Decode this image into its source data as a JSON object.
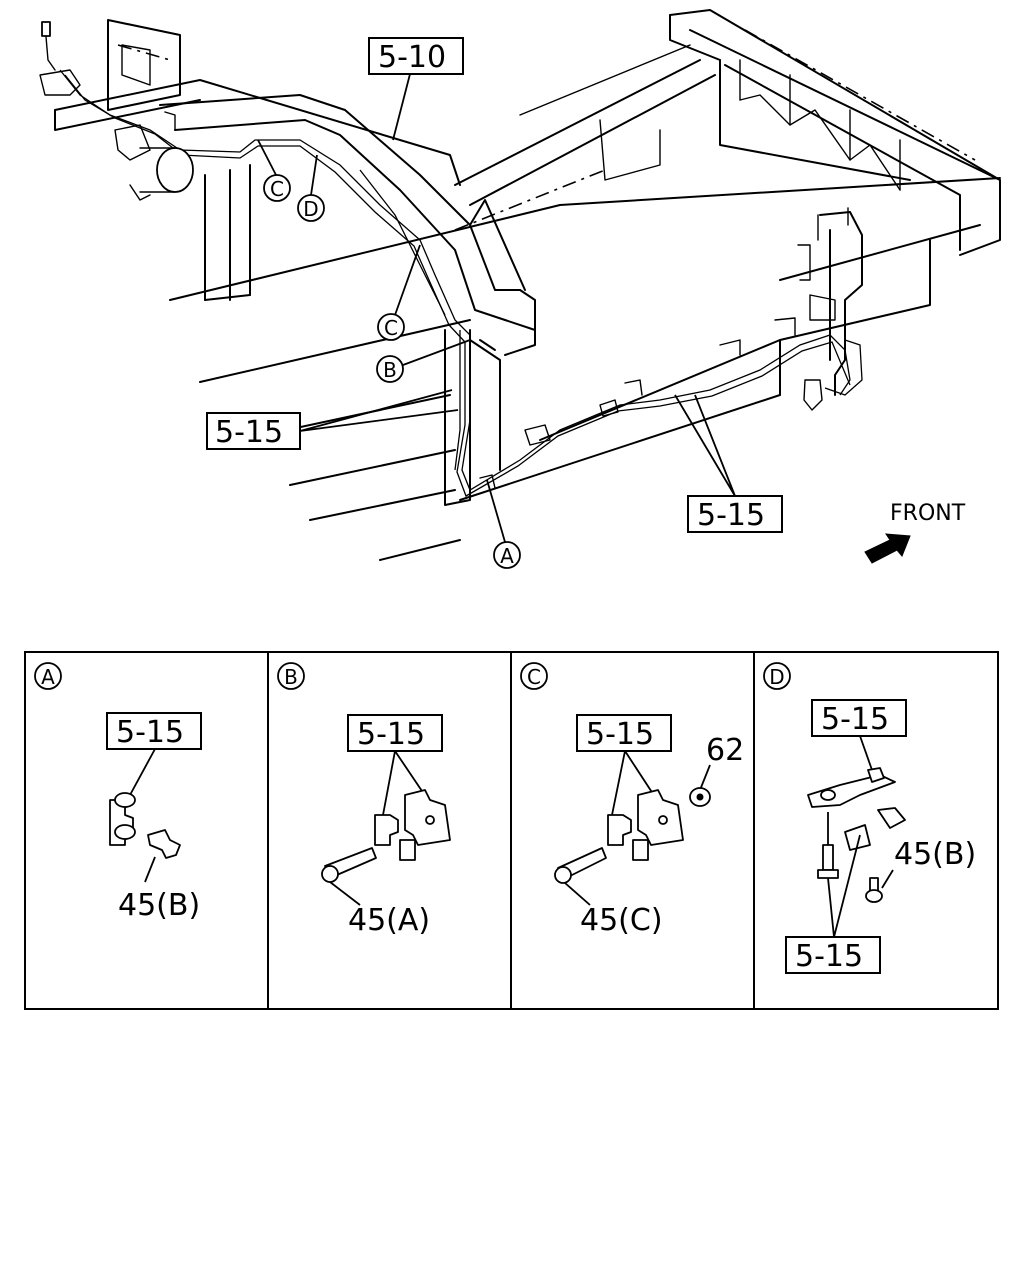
{
  "callouts": {
    "main_5_10": "5-10",
    "main_5_15_left": "5-15",
    "main_5_15_right": "5-15",
    "front": "FRONT"
  },
  "markers": {
    "a": "A",
    "b": "B",
    "c_upper": "C",
    "c_lower": "C",
    "d": "D"
  },
  "panels": [
    {
      "key": "A",
      "ref_top": "5-15",
      "part_label": "45(B)"
    },
    {
      "key": "B",
      "ref_top": "5-15",
      "part_label": "45(A)"
    },
    {
      "key": "C",
      "ref_top": "5-15",
      "part_label": "45(C)",
      "nut_label": "62"
    },
    {
      "key": "D",
      "ref_top": "5-15",
      "part_label": "45(B)",
      "ref_bottom": "5-15"
    }
  ]
}
